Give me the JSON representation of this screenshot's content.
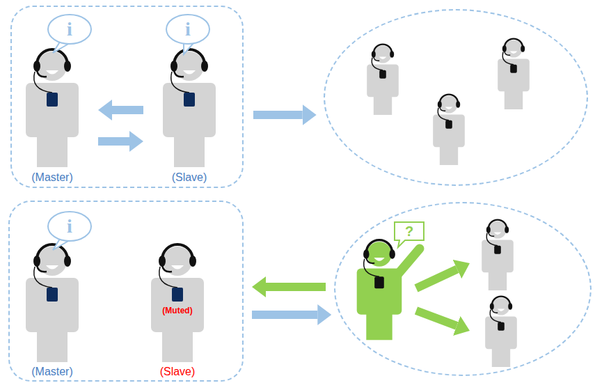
{
  "diagram": {
    "nodes": [
      {
        "text": []
      },
      {
        "text": [
          "i"
        ],
        "in": 0
      },
      {
        "text": [
          "i"
        ],
        "in": 0
      },
      {
        "text": [
          "(Master)"
        ],
        "in": 0
      },
      {
        "text": [
          "(Slave)"
        ],
        "in": 0
      },
      {
        "text": []
      },
      {
        "text": []
      },
      {
        "text": [
          "i"
        ],
        "in": 6
      },
      {
        "text": [
          "(Master)"
        ],
        "in": 6
      },
      {
        "text": [
          "(Muted)",
          "(Slave)"
        ],
        "in": 6
      },
      {
        "text": []
      },
      {
        "text": [
          "?"
        ],
        "in": 10
      }
    ],
    "edges": [
      {
        "from": 4,
        "to": 3,
        "arrow": "to"
      },
      {
        "from": 3,
        "to": 4,
        "arrow": "to"
      },
      {
        "from": 0,
        "to": 5,
        "arrow": "to"
      },
      {
        "from": 10,
        "to": 6,
        "arrow": "to"
      },
      {
        "from": 6,
        "to": 10,
        "arrow": "to"
      }
    ]
  }
}
